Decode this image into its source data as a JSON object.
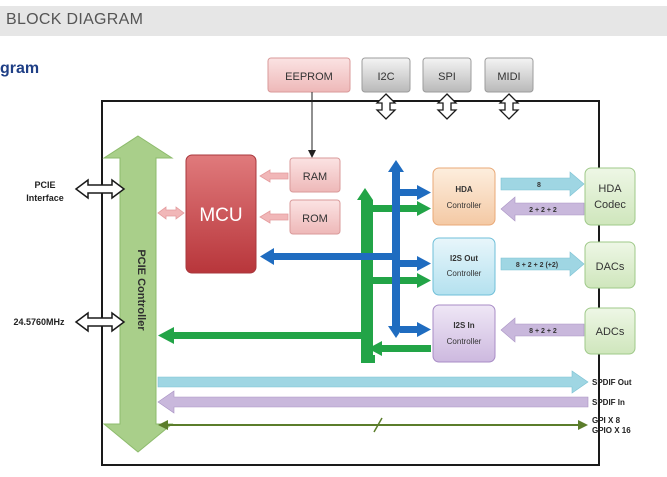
{
  "header": {
    "title": "BLOCK DIAGRAM"
  },
  "subtitle": "gram",
  "blocks": {
    "eeprom": "EEPROM",
    "i2c": "I2C",
    "spi": "SPI",
    "midi": "MIDI",
    "mcu": "MCU",
    "ram": "RAM",
    "rom": "ROM",
    "pcie_controller": "PCIE Controller",
    "hda_controller": [
      "HDA",
      "Controller"
    ],
    "i2s_out_controller": [
      "I2S Out",
      "Controller"
    ],
    "i2s_in_controller": [
      "I2S In",
      "Controller"
    ],
    "hda_codec": [
      "HDA",
      "Codec"
    ],
    "dacs": "DACs",
    "adcs": "ADCs"
  },
  "external_labels": {
    "pcie_interface": [
      "PCIE",
      "Interface"
    ],
    "clock": "24.5760MHz",
    "spdif_out": "SPDIF Out",
    "spdif_in": "SPDIF In",
    "gpi": "GPI X 8",
    "gpio": "GPIO X 16"
  },
  "bus_labels": {
    "hda_out": "8",
    "hda_in": "2 + 2 + 2",
    "dac": "8 + 2 + 2 (+2)",
    "adc": "8 + 2 + 2"
  },
  "colors": {
    "green": "#22a447",
    "blue": "#1f6cc0",
    "light_blue": "#9fd6e3",
    "lavender": "#c9b8dc",
    "mcu_red": "#c9454a",
    "pcie_green": "#a9cf8a"
  }
}
